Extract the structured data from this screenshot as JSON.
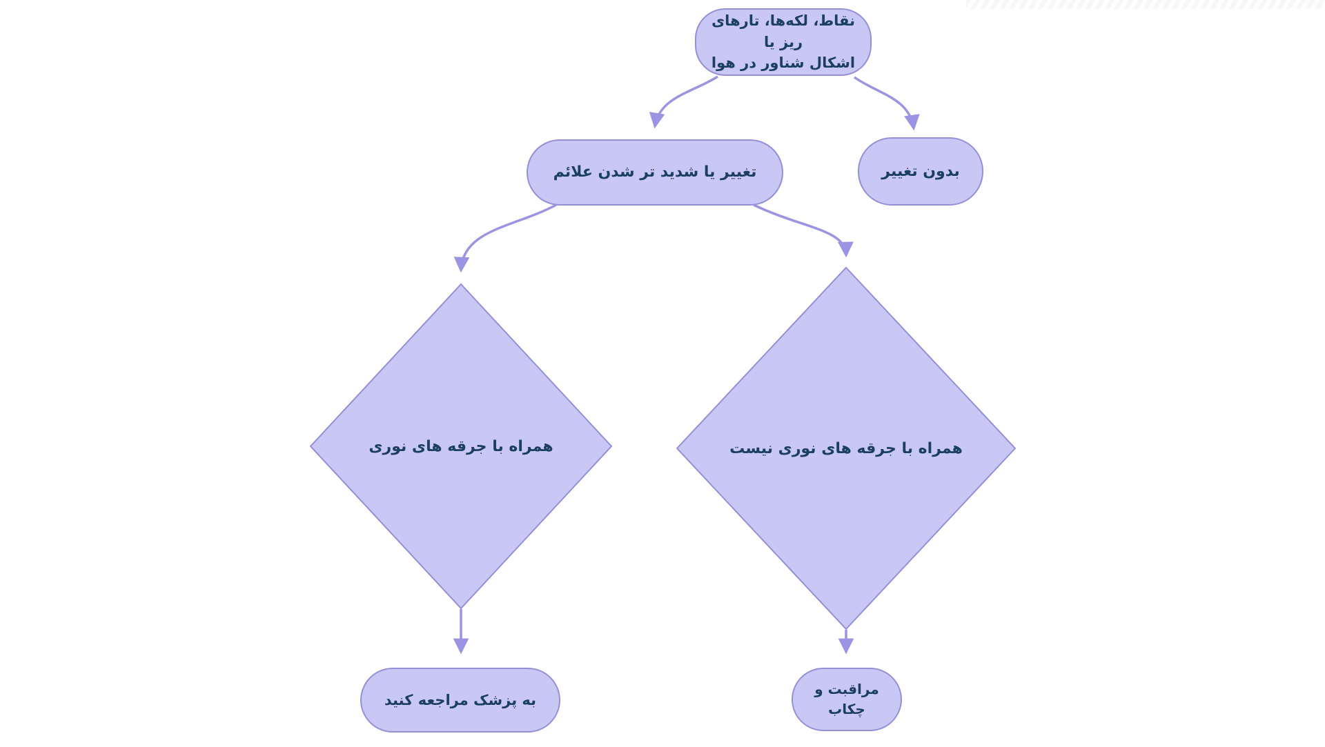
{
  "title": "flowchart-eye-floaters",
  "colors": {
    "background": "#ffffff",
    "node_fill": "#c9c8f4",
    "node_border": "#948fd9",
    "edge": "#9b94e4",
    "text": "#1b3e63"
  },
  "nodes": {
    "root": {
      "shape": "stadium",
      "label": "نقاط، لکه‌ها، تارهای ریز یا\nاشکال شناور در هوا"
    },
    "changed": {
      "shape": "stadium",
      "label": "تغییر یا شدید تر شدن علائم"
    },
    "no_change": {
      "shape": "stadium",
      "label": "بدون تغییر"
    },
    "with_flashes": {
      "shape": "diamond",
      "label": "همراه با جرقه های نوری"
    },
    "without_flashes": {
      "shape": "diamond",
      "label": "همراه با جرقه های نوری نیست"
    },
    "see_doctor": {
      "shape": "stadium",
      "label": "به پزشک مراجعه کنید"
    },
    "care_checkup": {
      "shape": "stadium",
      "label": "مراقبت و چکاب"
    }
  },
  "edges": [
    {
      "from": "root",
      "to": "changed"
    },
    {
      "from": "root",
      "to": "no_change"
    },
    {
      "from": "changed",
      "to": "with_flashes"
    },
    {
      "from": "changed",
      "to": "without_flashes"
    },
    {
      "from": "with_flashes",
      "to": "see_doctor"
    },
    {
      "from": "without_flashes",
      "to": "care_checkup"
    }
  ]
}
